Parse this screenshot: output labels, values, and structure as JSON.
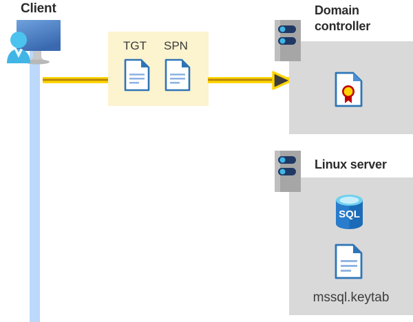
{
  "diagram": {
    "title_client": "Client",
    "title_domain_controller": "Domain\ncontroller",
    "title_linux_server": "Linux server",
    "message_box": {
      "doc_labels": [
        "TGT",
        "SPN"
      ]
    },
    "domain_controller": {
      "icons": [
        "certificate-document"
      ]
    },
    "linux_server": {
      "icons": [
        "sql-database",
        "keytab-document"
      ],
      "file_label": "mssql.keytab"
    },
    "sql_text": "SQL",
    "flow": {
      "direction": "client-to-domain-controller"
    },
    "colors": {
      "arrow": "#ffd500",
      "arrow_core": "#b8860b",
      "arrowhead_fill": "#3d3d3d",
      "message_box_bg": "#fcf3cf",
      "panel_bg": "#d9d9d9",
      "lifeline": "#bcd9fb",
      "server_chassis": "#a6a6a6",
      "server_led_pill": "#1f3864",
      "server_led_dot": "#41b6e6",
      "doc_border": "#2e75b6",
      "doc_lines": "#8eb4e3",
      "sql_body": "#1c6bb8",
      "sql_top": "#9fe0f5",
      "cert_ribbon": "#c00000",
      "cert_seal": "#ffd400",
      "monitor_top": "#6699d6",
      "monitor_bottom": "#3f6fb5",
      "person": "#41b6e6",
      "text": "#2b2b2b"
    }
  }
}
